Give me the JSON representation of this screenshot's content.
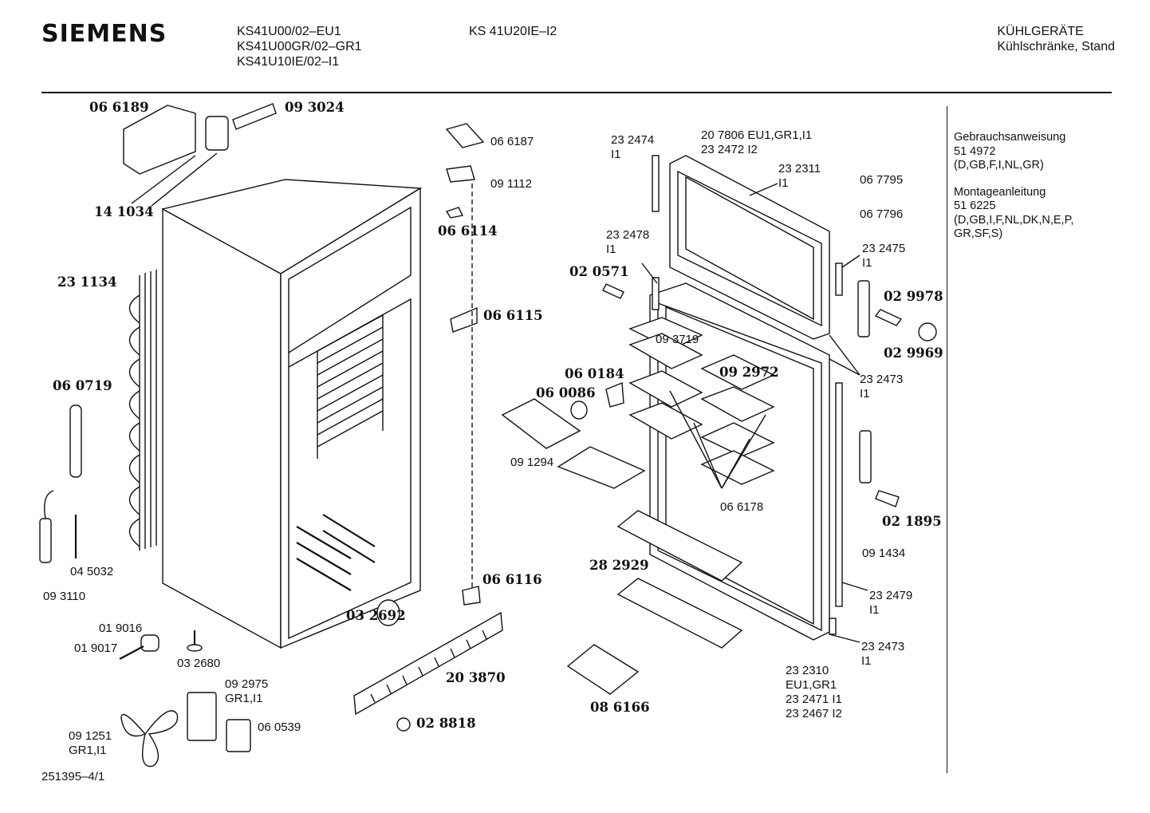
{
  "header": {
    "brand": "SIEMENS",
    "models_left": [
      "KS41U00/02–EU1",
      "KS41U00GR/02–GR1",
      "KS41U10IE/02–I1"
    ],
    "model_center": "KS 41U20IE–I2",
    "category": [
      "KÜHLGERÄTE",
      "Kühlschränke, Stand"
    ]
  },
  "documents": [
    {
      "title": "Gebrauchsanweisung",
      "number": "51 4972",
      "languages": "(D,GB,F,I,NL,GR)"
    },
    {
      "title": "Montageanleitung",
      "number": "51 6225",
      "languages": [
        "(D,GB,I,F,NL,DK,N,E,P,",
        "GR,SF,S)"
      ]
    }
  ],
  "footer": {
    "drawing_id": "251395–4/1"
  },
  "parts": [
    {
      "id": "p1",
      "lines": [
        "06 6189"
      ],
      "bold": true
    },
    {
      "id": "p2",
      "lines": [
        "09 3024"
      ],
      "bold": true
    },
    {
      "id": "p3",
      "lines": [
        "14 1034"
      ],
      "bold": true
    },
    {
      "id": "p4",
      "lines": [
        "23 1134"
      ],
      "bold": true
    },
    {
      "id": "p5",
      "lines": [
        "06 0719"
      ],
      "bold": true
    },
    {
      "id": "p6",
      "lines": [
        "04 5032"
      ],
      "bold": false
    },
    {
      "id": "p7",
      "lines": [
        "09 3110"
      ],
      "bold": false
    },
    {
      "id": "p8",
      "lines": [
        "01 9016"
      ],
      "bold": false
    },
    {
      "id": "p9",
      "lines": [
        "01 9017"
      ],
      "bold": false
    },
    {
      "id": "p10",
      "lines": [
        "03 2680"
      ],
      "bold": false
    },
    {
      "id": "p11",
      "lines": [
        "09 2975",
        "GR1,I1"
      ],
      "bold": false
    },
    {
      "id": "p12",
      "lines": [
        "06 0539"
      ],
      "bold": false
    },
    {
      "id": "p13",
      "lines": [
        "09 1251",
        "GR1,I1"
      ],
      "bold": false
    },
    {
      "id": "p14",
      "lines": [
        "06 6187"
      ],
      "bold": false
    },
    {
      "id": "p15",
      "lines": [
        "09 1112"
      ],
      "bold": false
    },
    {
      "id": "p16",
      "lines": [
        "06 6114"
      ],
      "bold": true
    },
    {
      "id": "p17",
      "lines": [
        "06 6115"
      ],
      "bold": true
    },
    {
      "id": "p18",
      "lines": [
        "06 0184"
      ],
      "bold": true
    },
    {
      "id": "p19",
      "lines": [
        "06 0086"
      ],
      "bold": true
    },
    {
      "id": "p20",
      "lines": [
        "09 1294"
      ],
      "bold": false
    },
    {
      "id": "p21",
      "lines": [
        "06 6116"
      ],
      "bold": true
    },
    {
      "id": "p22",
      "lines": [
        "03 2692"
      ],
      "bold": true
    },
    {
      "id": "p23",
      "lines": [
        "20 3870"
      ],
      "bold": true
    },
    {
      "id": "p24",
      "lines": [
        "02 8818"
      ],
      "bold": true
    },
    {
      "id": "p25",
      "lines": [
        "23 2474",
        "I1"
      ],
      "bold": false
    },
    {
      "id": "p26",
      "lines": [
        "20 7806 EU1,GR1,I1",
        "23 2472  I2"
      ],
      "bold": false
    },
    {
      "id": "p27",
      "lines": [
        "23 2311",
        "I1"
      ],
      "bold": false
    },
    {
      "id": "p28",
      "lines": [
        "06 7795"
      ],
      "bold": false
    },
    {
      "id": "p29",
      "lines": [
        "06 7796"
      ],
      "bold": false
    },
    {
      "id": "p30",
      "lines": [
        "23 2478",
        "I1"
      ],
      "bold": false
    },
    {
      "id": "p31",
      "lines": [
        "02 0571"
      ],
      "bold": true
    },
    {
      "id": "p32",
      "lines": [
        "23 2475",
        "I1"
      ],
      "bold": false
    },
    {
      "id": "p33",
      "lines": [
        "02 9978"
      ],
      "bold": true
    },
    {
      "id": "p34",
      "lines": [
        "02 9969"
      ],
      "bold": true
    },
    {
      "id": "p35",
      "lines": [
        "09 3719"
      ],
      "bold": false
    },
    {
      "id": "p36",
      "lines": [
        "09 2972"
      ],
      "bold": true
    },
    {
      "id": "p37",
      "lines": [
        "23 2473",
        "I1"
      ],
      "bold": false
    },
    {
      "id": "p38",
      "lines": [
        "06 6178"
      ],
      "bold": false
    },
    {
      "id": "p39",
      "lines": [
        "02 1895"
      ],
      "bold": true
    },
    {
      "id": "p40",
      "lines": [
        "09 1434"
      ],
      "bold": false
    },
    {
      "id": "p41",
      "lines": [
        "28 2929"
      ],
      "bold": true
    },
    {
      "id": "p42",
      "lines": [
        "23 2479",
        "I1"
      ],
      "bold": false
    },
    {
      "id": "p43",
      "lines": [
        "23 2473",
        "I1"
      ],
      "bold": false
    },
    {
      "id": "p44",
      "lines": [
        "23 2310",
        "EU1,GR1",
        "23 2471  I1",
        "23 2467 I2"
      ],
      "bold": false
    },
    {
      "id": "p45",
      "lines": [
        "08 6166"
      ],
      "bold": true
    }
  ]
}
